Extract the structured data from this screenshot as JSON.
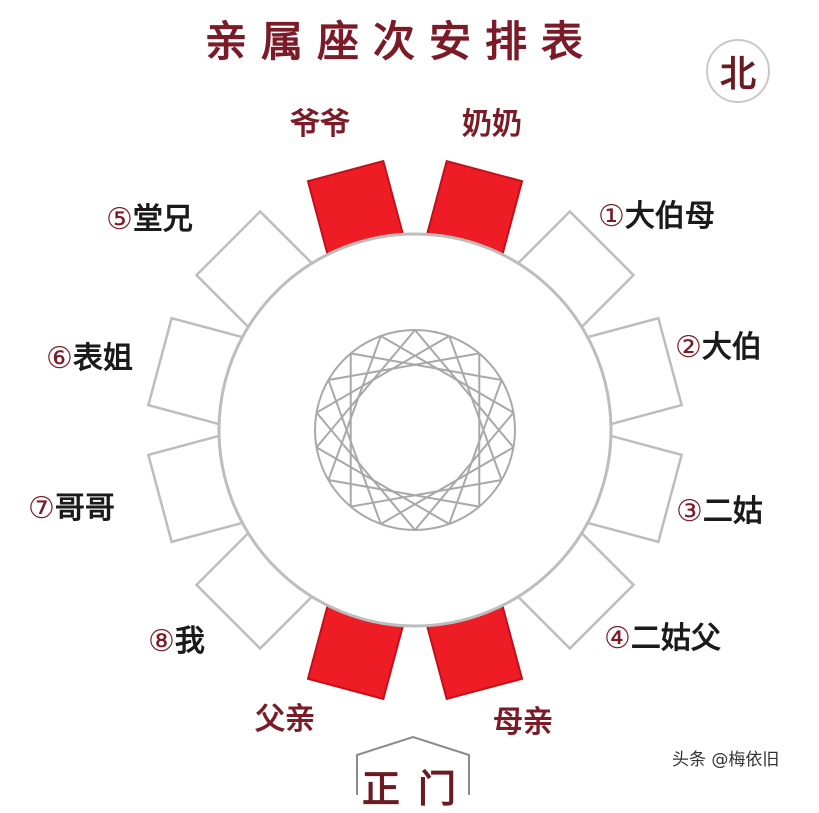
{
  "title": "亲属座次安排表",
  "compass": {
    "label": "北"
  },
  "entrance": {
    "label": "正门",
    "visible_partial": "正门"
  },
  "watermark": "头条 @梅依旧",
  "colors": {
    "title": "#7a1b27",
    "elder_seat_fill": "#ee1c25",
    "seat_outline": "#bdbdbd",
    "table_outline": "#bdbdbd"
  },
  "table": {
    "shape": "round",
    "center_pattern": "star-polygon"
  },
  "seats": [
    {
      "id": "grandfather",
      "label": "爷爷",
      "number": "",
      "angle": -15,
      "highlight": true
    },
    {
      "id": "grandmother",
      "label": "奶奶",
      "number": "",
      "angle": 15,
      "highlight": true
    },
    {
      "id": "seat-1",
      "label": "大伯母",
      "number": "①",
      "angle": 45,
      "highlight": false
    },
    {
      "id": "seat-2",
      "label": "大伯",
      "number": "②",
      "angle": 75,
      "highlight": false
    },
    {
      "id": "seat-3",
      "label": "二姑",
      "number": "③",
      "angle": 105,
      "highlight": false
    },
    {
      "id": "seat-4",
      "label": "二姑父",
      "number": "④",
      "angle": 135,
      "highlight": false
    },
    {
      "id": "mother",
      "label": "母亲",
      "number": "",
      "angle": 165,
      "highlight": true
    },
    {
      "id": "father",
      "label": "父亲",
      "number": "",
      "angle": 195,
      "highlight": true
    },
    {
      "id": "seat-8",
      "label": "我",
      "number": "⑧",
      "angle": 225,
      "highlight": false
    },
    {
      "id": "seat-7",
      "label": "哥哥",
      "number": "⑦",
      "angle": 255,
      "highlight": false
    },
    {
      "id": "seat-6",
      "label": "表姐",
      "number": "⑥",
      "angle": 285,
      "highlight": false
    },
    {
      "id": "seat-5",
      "label": "堂兄",
      "number": "⑤",
      "angle": 315,
      "highlight": false
    }
  ]
}
